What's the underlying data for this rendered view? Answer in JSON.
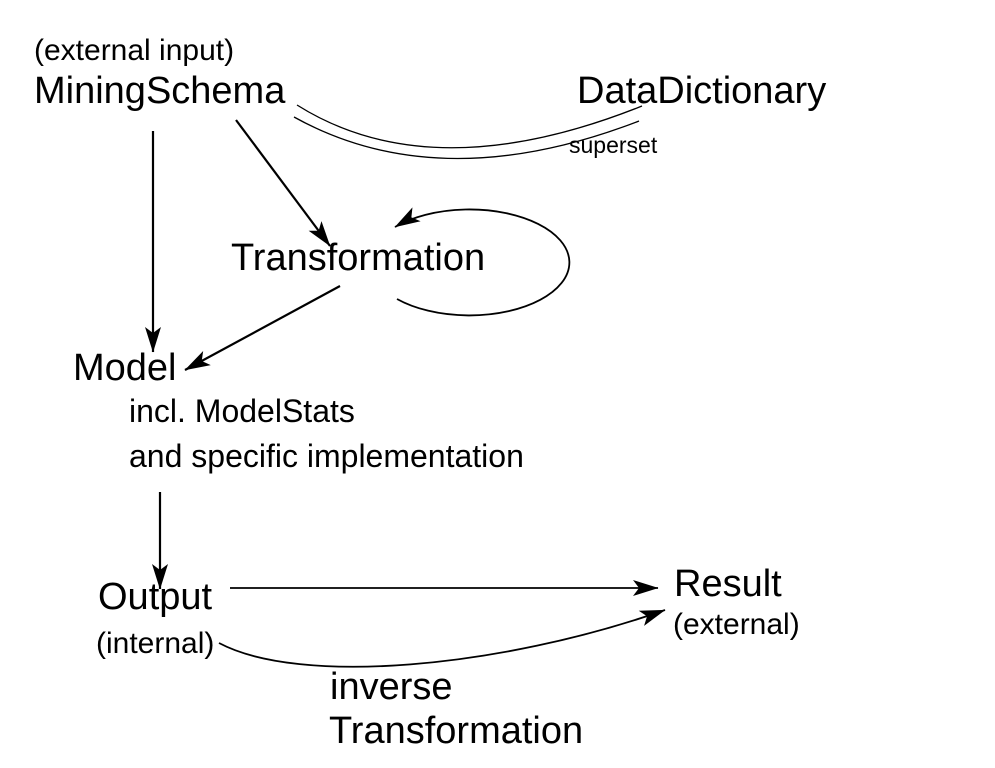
{
  "diagram": {
    "kind": "flow-diagram",
    "colors": {
      "foreground": "#000000",
      "background": "#ffffff"
    },
    "nodes": {
      "external_input": "(external input)",
      "mining_schema": "MiningSchema",
      "data_dictionary": "DataDictionary",
      "transformation": "Transformation",
      "model": "Model",
      "model_note_1": "incl. ModelStats",
      "model_note_2": "and specific implementation",
      "output": "Output",
      "output_note": "(internal)",
      "result": "Result",
      "result_note": "(external)"
    },
    "edge_labels": {
      "superset": "superset",
      "inverse_line_1": "inverse",
      "inverse_line_2": "Transformation"
    },
    "edges": [
      {
        "from": "MiningSchema",
        "to": "Model",
        "style": "straight-arrow"
      },
      {
        "from": "MiningSchema",
        "to": "Transformation",
        "style": "straight-arrow"
      },
      {
        "from": "Transformation",
        "to": "Model",
        "style": "straight-arrow"
      },
      {
        "from": "Transformation",
        "to": "Transformation",
        "style": "self-loop-arrow"
      },
      {
        "from": "Model",
        "to": "Output",
        "style": "straight-arrow"
      },
      {
        "from": "Output",
        "to": "Result",
        "style": "straight-arrow"
      },
      {
        "from": "Output",
        "to": "Result",
        "style": "curved-arrow",
        "label": "inverse Transformation"
      },
      {
        "from": "MiningSchema",
        "to": "DataDictionary",
        "style": "double-curve",
        "label": "superset"
      }
    ]
  }
}
